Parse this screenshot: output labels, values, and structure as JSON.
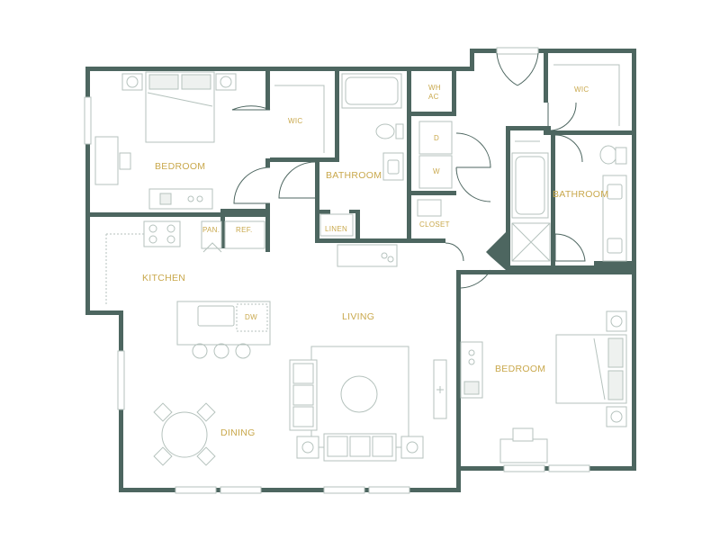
{
  "labels": {
    "bedroom_left": "BEDROOM",
    "wic_left": "WIC",
    "bathroom_left": "BATHROOM",
    "linen": "LINEN",
    "wh": "WH",
    "ac": "AC",
    "d": "D",
    "w": "W",
    "closet": "CLOSET",
    "wic_right": "WIC",
    "bathroom_right": "BATHROOM",
    "kitchen": "KITCHEN",
    "pan": "PAN.",
    "ref": "REF.",
    "dw": "DW",
    "living": "LIVING",
    "dining": "DINING",
    "bedroom_right": "BEDROOM"
  },
  "colors": {
    "wall": "#4d6660",
    "label": "#c9a84c",
    "fixture": "#b5c2bd"
  }
}
